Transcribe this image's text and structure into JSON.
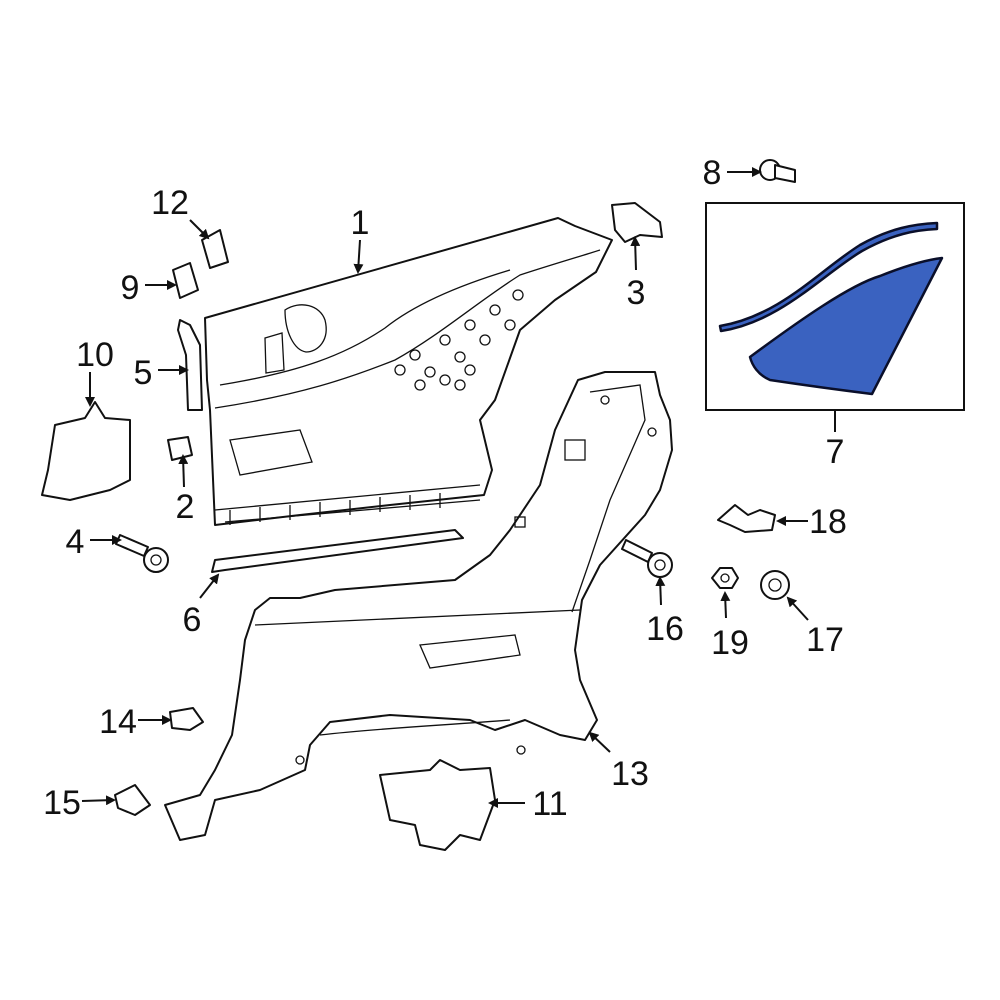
{
  "diagram": {
    "callouts": [
      "1",
      "2",
      "3",
      "4",
      "5",
      "6",
      "7",
      "8",
      "9",
      "10",
      "11",
      "12",
      "13",
      "14",
      "15",
      "16",
      "17",
      "18",
      "19"
    ],
    "highlight_color": "#3a62c0"
  }
}
